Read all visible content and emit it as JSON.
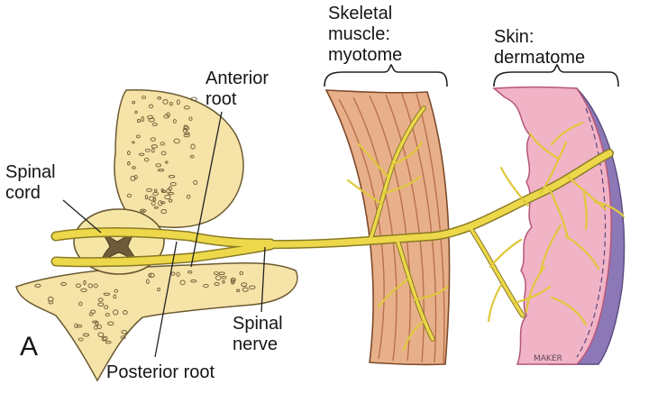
{
  "figure": {
    "panel_letter": "A",
    "labels": {
      "spinal_cord_line1": "Spinal",
      "spinal_cord_line2": "cord",
      "anterior_root_line1": "Anterior",
      "anterior_root_line2": "root",
      "posterior_root": "Posterior root",
      "spinal_nerve_line1": "Spinal",
      "spinal_nerve_line2": "nerve",
      "muscle_line1": "Skeletal",
      "muscle_line2": "muscle:",
      "muscle_line3": "myotome",
      "skin_line1": "Skin:",
      "skin_line2": "dermatome"
    },
    "artist_signature": "MAKER"
  },
  "colors": {
    "bone": "#f5e3a8",
    "bone_pores": "#6b5a33",
    "cord": "#f6e6a6",
    "gray_matter": "#6f5a3a",
    "nerve": "#ecd84a",
    "nerve_outline": "#8a7a24",
    "muscle": "#e8b08a",
    "muscle_fiber": "#b8714a",
    "skin": "#f1b3c6",
    "skin_edge": "#b5567a",
    "dermis_purple": "#8c78b6",
    "line": "#222222"
  }
}
